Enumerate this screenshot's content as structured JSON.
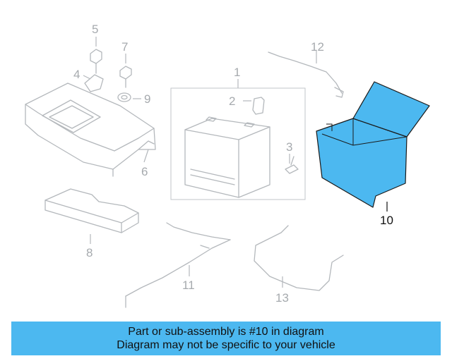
{
  "highlight_color": "#4cb8f0",
  "callouts": {
    "c1": "1",
    "c2": "2",
    "c3": "3",
    "c4": "4",
    "c5": "5",
    "c6": "6",
    "c7": "7",
    "c8": "8",
    "c9": "9",
    "c10": "10",
    "c11": "11",
    "c12": "12",
    "c13": "13"
  },
  "highlighted_part": "10",
  "banner": {
    "line1": "Part or sub-assembly is #10 in diagram",
    "line2": "Diagram may not be specific to your vehicle"
  }
}
